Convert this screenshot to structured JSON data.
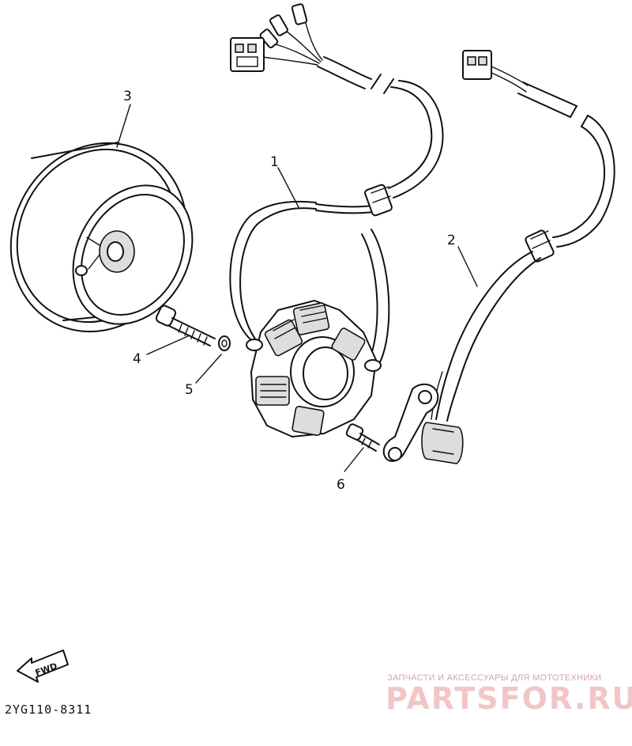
{
  "parts": [
    {
      "id": "part-1",
      "label": "1"
    },
    {
      "id": "part-2",
      "label": "2"
    },
    {
      "id": "part-3",
      "label": "3"
    },
    {
      "id": "part-4",
      "label": "4"
    },
    {
      "id": "part-5",
      "label": "5"
    },
    {
      "id": "part-6",
      "label": "6"
    }
  ],
  "fwd_label": "FWD",
  "diagram_code": "2YG110-8311",
  "watermark": {
    "tagline": "ЗАПЧАСТИ И АКСЕССУАРЫ ДЛЯ МОТОТЕХНИКИ",
    "brand": "PARTSFOR.RU",
    "brand_color": "#f2c6c6",
    "tagline_color": "#d9a3a3"
  }
}
